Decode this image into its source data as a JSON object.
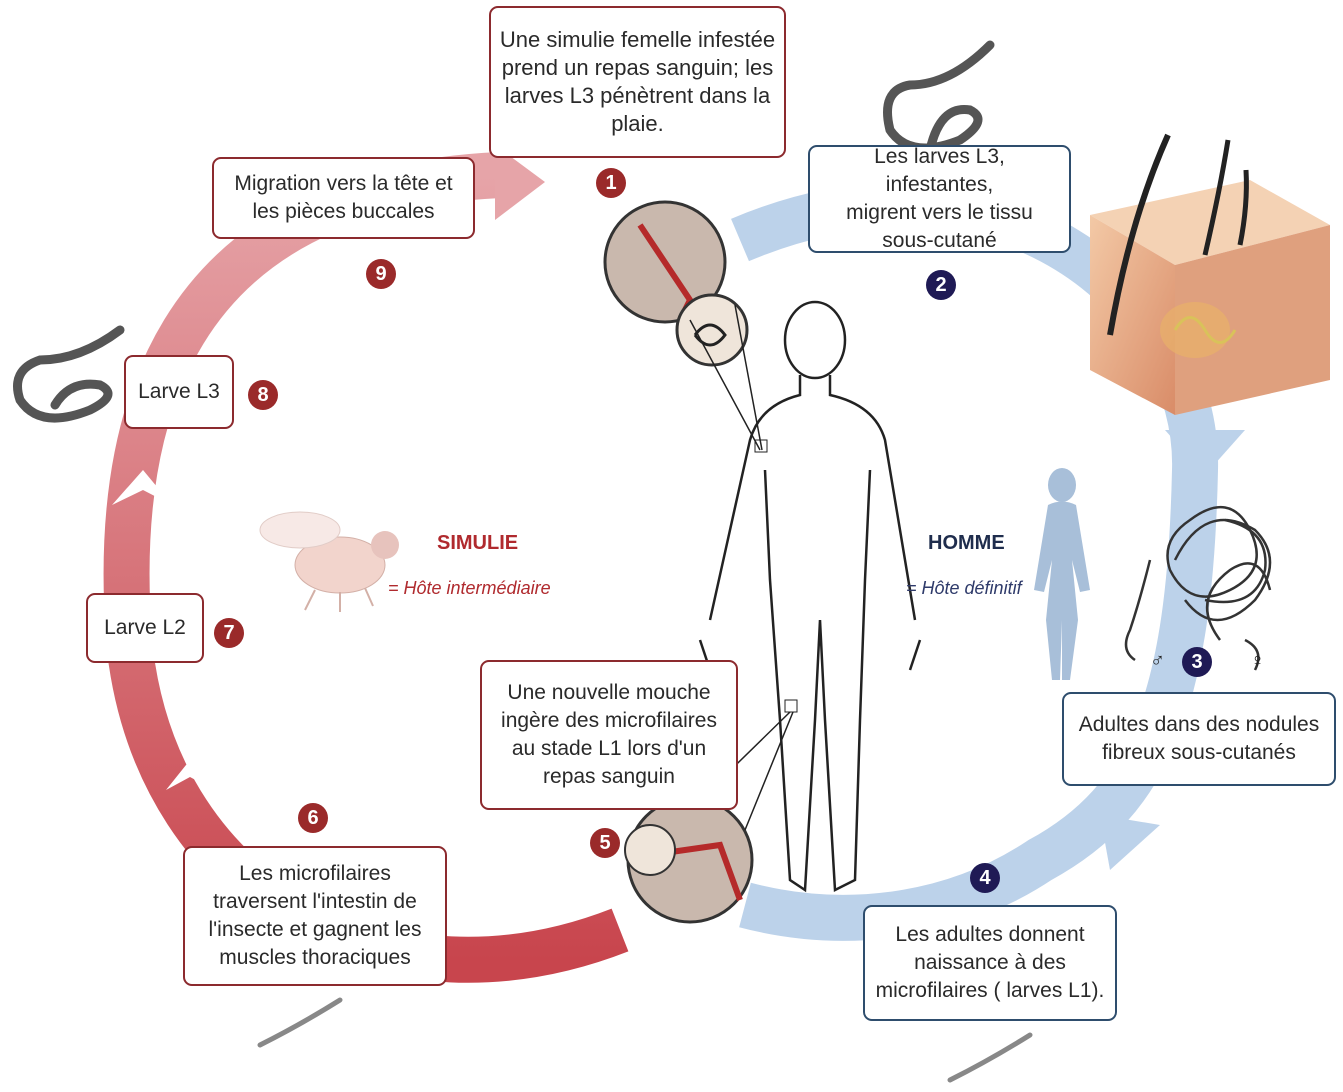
{
  "steps": [
    {
      "num": "1",
      "text": "Une simulie femelle infestée\nprend un repas sanguin; les\nlarves L3 pénètrent dans la\nplaie."
    },
    {
      "num": "2",
      "text": "Les larves L3, infestantes,\nmigrent vers le tissu\nsous-cutané"
    },
    {
      "num": "3",
      "text": "Adultes dans des nodules\nfibreux sous-cutanés"
    },
    {
      "num": "4",
      "text": "Les adultes donnent\nnaissance à des\nmicrofilaires ( larves L1)."
    },
    {
      "num": "5",
      "text": "Une nouvelle mouche\ningère des microfilaires\nau stade L1 lors d'un\nrepas sanguin"
    },
    {
      "num": "6",
      "text": "Les microfilaires\ntraversent l'intestin de\nl'insecte et gagnent les\nmuscles thoraciques"
    },
    {
      "num": "7",
      "text": "Larve L2"
    },
    {
      "num": "8",
      "text": "Larve L3"
    },
    {
      "num": "9",
      "text": "Migration vers la tête et\nles pièces buccales"
    }
  ],
  "hosts": {
    "simulie": {
      "name": "SIMULIE",
      "role": "= Hôte intermédiaire"
    },
    "homme": {
      "name": "HOMME",
      "role": "= Hôte définitif"
    }
  },
  "sex_symbols": {
    "male": "♂",
    "female": "♀"
  },
  "colors": {
    "red_cycle": "#d9777b",
    "blue_cycle": "#bcd2ea",
    "red_border": "#8c2a2e",
    "blue_border": "#2e4d6d",
    "red_badge": "#9a2a2a",
    "blue_badge": "#1f1a55"
  }
}
